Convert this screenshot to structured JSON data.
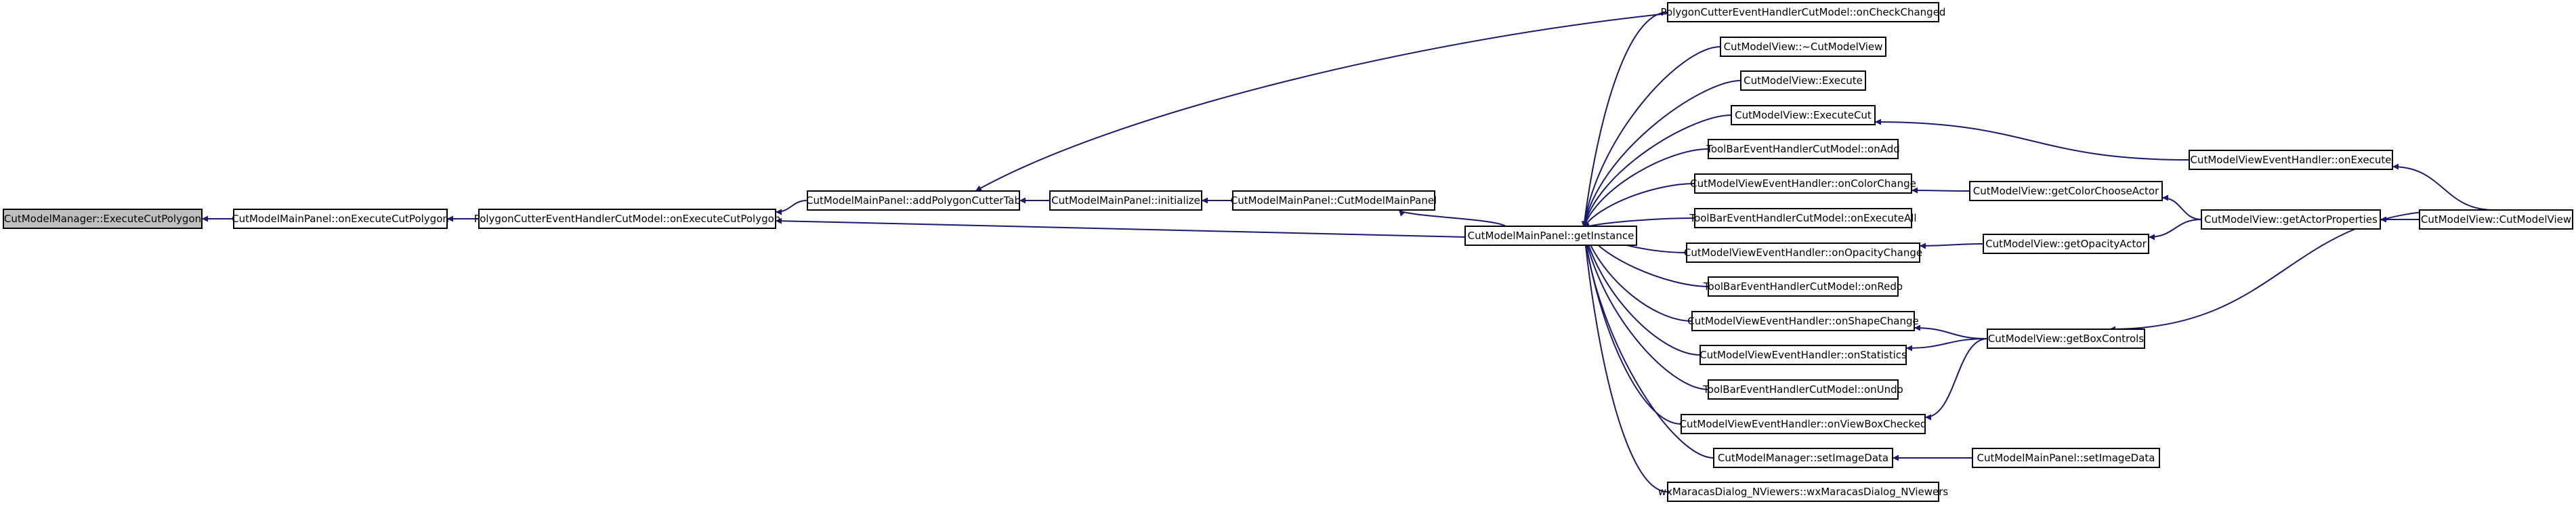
{
  "colors": {
    "node_fill": "#ffffff",
    "focus_fill": "#bfbfbf",
    "node_border": "#000000",
    "edge": "#191970"
  },
  "nodes": [
    {
      "id": "execute_cut_polygon",
      "label": "CutModelManager::ExecuteCutPolygon",
      "focus": true
    },
    {
      "id": "panel_on_execute_cut_polygon",
      "label": "CutModelMainPanel::onExecuteCutPolygon"
    },
    {
      "id": "pc_on_execute_cut_polygon",
      "label": "PolygonCutterEventHandlerCutModel::onExecuteCutPolygon"
    },
    {
      "id": "add_polygon_cutter_tab",
      "label": "CutModelMainPanel::addPolygonCutterTab"
    },
    {
      "id": "initialize",
      "label": "CutModelMainPanel::initialize"
    },
    {
      "id": "panel_ctor",
      "label": "CutModelMainPanel::CutModelMainPanel"
    },
    {
      "id": "get_instance",
      "label": "CutModelMainPanel::getInstance"
    },
    {
      "id": "pc_on_check_changed",
      "label": "PolygonCutterEventHandlerCutModel::onCheckChanged"
    },
    {
      "id": "view_dtor",
      "label": "CutModelView::~CutModelView"
    },
    {
      "id": "view_execute",
      "label": "CutModelView::Execute"
    },
    {
      "id": "view_execute_cut",
      "label": "CutModelView::ExecuteCut"
    },
    {
      "id": "tb_on_add",
      "label": "ToolBarEventHandlerCutModel::onAdd"
    },
    {
      "id": "veh_on_color_change",
      "label": "CutModelViewEventHandler::onColorChange"
    },
    {
      "id": "tb_on_execute_all",
      "label": "ToolBarEventHandlerCutModel::onExecuteAll"
    },
    {
      "id": "veh_on_opacity_change",
      "label": "CutModelViewEventHandler::onOpacityChange"
    },
    {
      "id": "tb_on_redo",
      "label": "ToolBarEventHandlerCutModel::onRedo"
    },
    {
      "id": "veh_on_shape_change",
      "label": "CutModelViewEventHandler::onShapeChange"
    },
    {
      "id": "veh_on_statistics",
      "label": "CutModelViewEventHandler::onStatistics"
    },
    {
      "id": "tb_on_undo",
      "label": "ToolBarEventHandlerCutModel::onUndo"
    },
    {
      "id": "veh_on_view_box_checked",
      "label": "CutModelViewEventHandler::onViewBoxChecked"
    },
    {
      "id": "manager_set_image_data",
      "label": "CutModelManager::setImageData"
    },
    {
      "id": "wx_dialog_ctor",
      "label": "wxMaracasDialog_NViewers::wxMaracasDialog_NViewers"
    },
    {
      "id": "get_color_choose_actor",
      "label": "CutModelView::getColorChooseActor"
    },
    {
      "id": "get_opacity_actor",
      "label": "CutModelView::getOpacityActor"
    },
    {
      "id": "get_box_controls",
      "label": "CutModelView::getBoxControls"
    },
    {
      "id": "panel_set_image_data",
      "label": "CutModelMainPanel::setImageData"
    },
    {
      "id": "veh_on_execute",
      "label": "CutModelViewEventHandler::onExecute"
    },
    {
      "id": "get_actor_properties",
      "label": "CutModelView::getActorProperties"
    },
    {
      "id": "view_ctor",
      "label": "CutModelView::CutModelView"
    }
  ],
  "edges": [
    {
      "from": "panel_on_execute_cut_polygon",
      "to": "execute_cut_polygon"
    },
    {
      "from": "pc_on_execute_cut_polygon",
      "to": "panel_on_execute_cut_polygon"
    },
    {
      "from": "add_polygon_cutter_tab",
      "to": "pc_on_execute_cut_polygon"
    },
    {
      "from": "get_instance",
      "to": "pc_on_execute_cut_polygon"
    },
    {
      "from": "initialize",
      "to": "add_polygon_cutter_tab"
    },
    {
      "from": "pc_on_check_changed",
      "to": "add_polygon_cutter_tab"
    },
    {
      "from": "panel_ctor",
      "to": "initialize"
    },
    {
      "from": "get_instance",
      "to": "panel_ctor"
    },
    {
      "from": "pc_on_check_changed",
      "to": "get_instance"
    },
    {
      "from": "view_dtor",
      "to": "get_instance"
    },
    {
      "from": "view_execute",
      "to": "get_instance"
    },
    {
      "from": "view_execute_cut",
      "to": "get_instance"
    },
    {
      "from": "tb_on_add",
      "to": "get_instance"
    },
    {
      "from": "veh_on_color_change",
      "to": "get_instance"
    },
    {
      "from": "tb_on_execute_all",
      "to": "get_instance"
    },
    {
      "from": "veh_on_opacity_change",
      "to": "get_instance"
    },
    {
      "from": "tb_on_redo",
      "to": "get_instance"
    },
    {
      "from": "veh_on_shape_change",
      "to": "get_instance"
    },
    {
      "from": "veh_on_statistics",
      "to": "get_instance"
    },
    {
      "from": "tb_on_undo",
      "to": "get_instance"
    },
    {
      "from": "veh_on_view_box_checked",
      "to": "get_instance"
    },
    {
      "from": "manager_set_image_data",
      "to": "get_instance"
    },
    {
      "from": "wx_dialog_ctor",
      "to": "get_instance"
    },
    {
      "from": "veh_on_execute",
      "to": "view_execute_cut"
    },
    {
      "from": "get_color_choose_actor",
      "to": "veh_on_color_change"
    },
    {
      "from": "get_opacity_actor",
      "to": "veh_on_opacity_change"
    },
    {
      "from": "get_box_controls",
      "to": "veh_on_shape_change"
    },
    {
      "from": "get_box_controls",
      "to": "veh_on_statistics"
    },
    {
      "from": "get_box_controls",
      "to": "veh_on_view_box_checked"
    },
    {
      "from": "panel_set_image_data",
      "to": "manager_set_image_data"
    },
    {
      "from": "get_actor_properties",
      "to": "get_color_choose_actor"
    },
    {
      "from": "get_actor_properties",
      "to": "get_opacity_actor"
    },
    {
      "from": "view_ctor",
      "to": "veh_on_execute"
    },
    {
      "from": "view_ctor",
      "to": "get_actor_properties"
    },
    {
      "from": "view_ctor",
      "to": "get_box_controls"
    }
  ]
}
